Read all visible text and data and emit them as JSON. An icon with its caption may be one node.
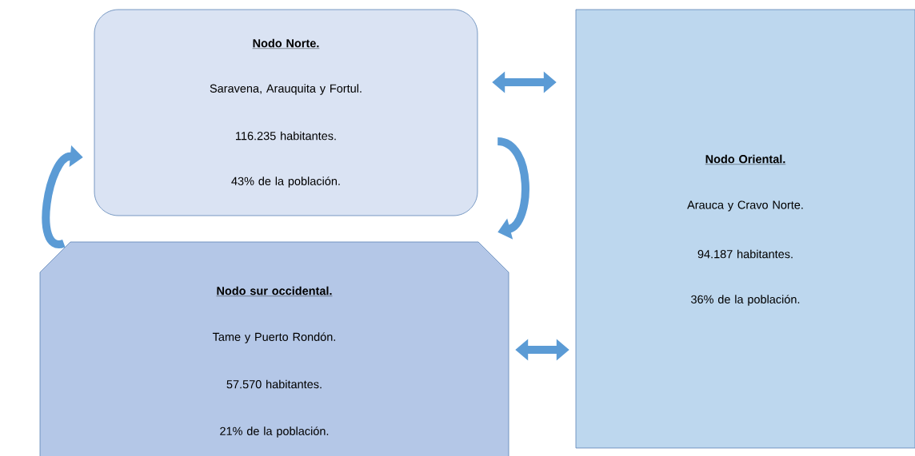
{
  "diagram": {
    "nodes": [
      {
        "text": [
          "Nodo Norte.",
          "Saravena, Arauquita y Fortul.",
          "116.235 habitantes.",
          "43% de la población."
        ]
      },
      {
        "text": [
          "Nodo Oriental.",
          "Arauca y Cravo Norte.",
          "94.187 habitantes.",
          "36% de la población."
        ]
      },
      {
        "text": [
          "Nodo sur occidental.",
          "Tame y Puerto Rondón.",
          "57.570 habitantes.",
          "21% de la población."
        ]
      }
    ],
    "edges": [
      {
        "from": 0,
        "to": 1,
        "arrow": "both"
      },
      {
        "from": 0,
        "to": 2,
        "arrow": "to"
      },
      {
        "from": 2,
        "to": 0,
        "arrow": "to"
      },
      {
        "from": 2,
        "to": 1,
        "arrow": "both"
      }
    ]
  }
}
